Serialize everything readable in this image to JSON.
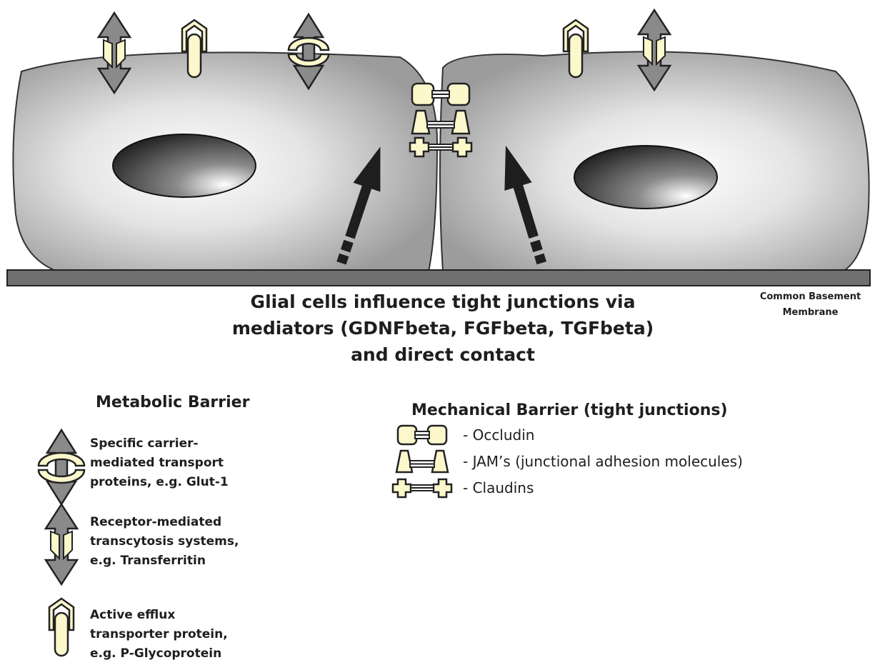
{
  "colors": {
    "cell_gradient_light": "#ffffff",
    "cell_gradient_dark": "#a8a8a8",
    "membrane": "#707070",
    "arrow": "#1e1e1e",
    "protein_fill": "#fdf7cc",
    "transport_gray": "#8a8a8a",
    "text": "#1e1e1e"
  },
  "caption": {
    "lines": [
      "Glial cells influence tight junctions  via",
      "mediators (GDNFbeta, FGFbeta, TGFbeta)",
      "and direct contact"
    ]
  },
  "basement_membrane": {
    "label_lines": [
      "Common Basement",
      "Membrane"
    ]
  },
  "metabolic_barrier": {
    "title": "Metabolic Barrier",
    "items": [
      {
        "icon": "carrier-transport-icon",
        "lines": [
          "Specific carrier-",
          "mediated transport",
          "proteins, e.g. Glut-1"
        ]
      },
      {
        "icon": "transcytosis-icon",
        "lines": [
          "Receptor-mediated",
          "transcytosis systems,",
          "e.g. Transferritin"
        ]
      },
      {
        "icon": "efflux-transporter-icon",
        "lines": [
          "Active efflux",
          "transporter protein,",
          "e.g. P-Glycoprotein"
        ]
      }
    ]
  },
  "mechanical_barrier": {
    "title": "Mechanical Barrier (tight junctions)",
    "items": [
      {
        "icon": "occludin-icon",
        "label": "- Occludin"
      },
      {
        "icon": "jam-icon",
        "label": "- JAM’s (junctional adhesion molecules)"
      },
      {
        "icon": "claudin-icon",
        "label": "- Claudins"
      }
    ]
  }
}
